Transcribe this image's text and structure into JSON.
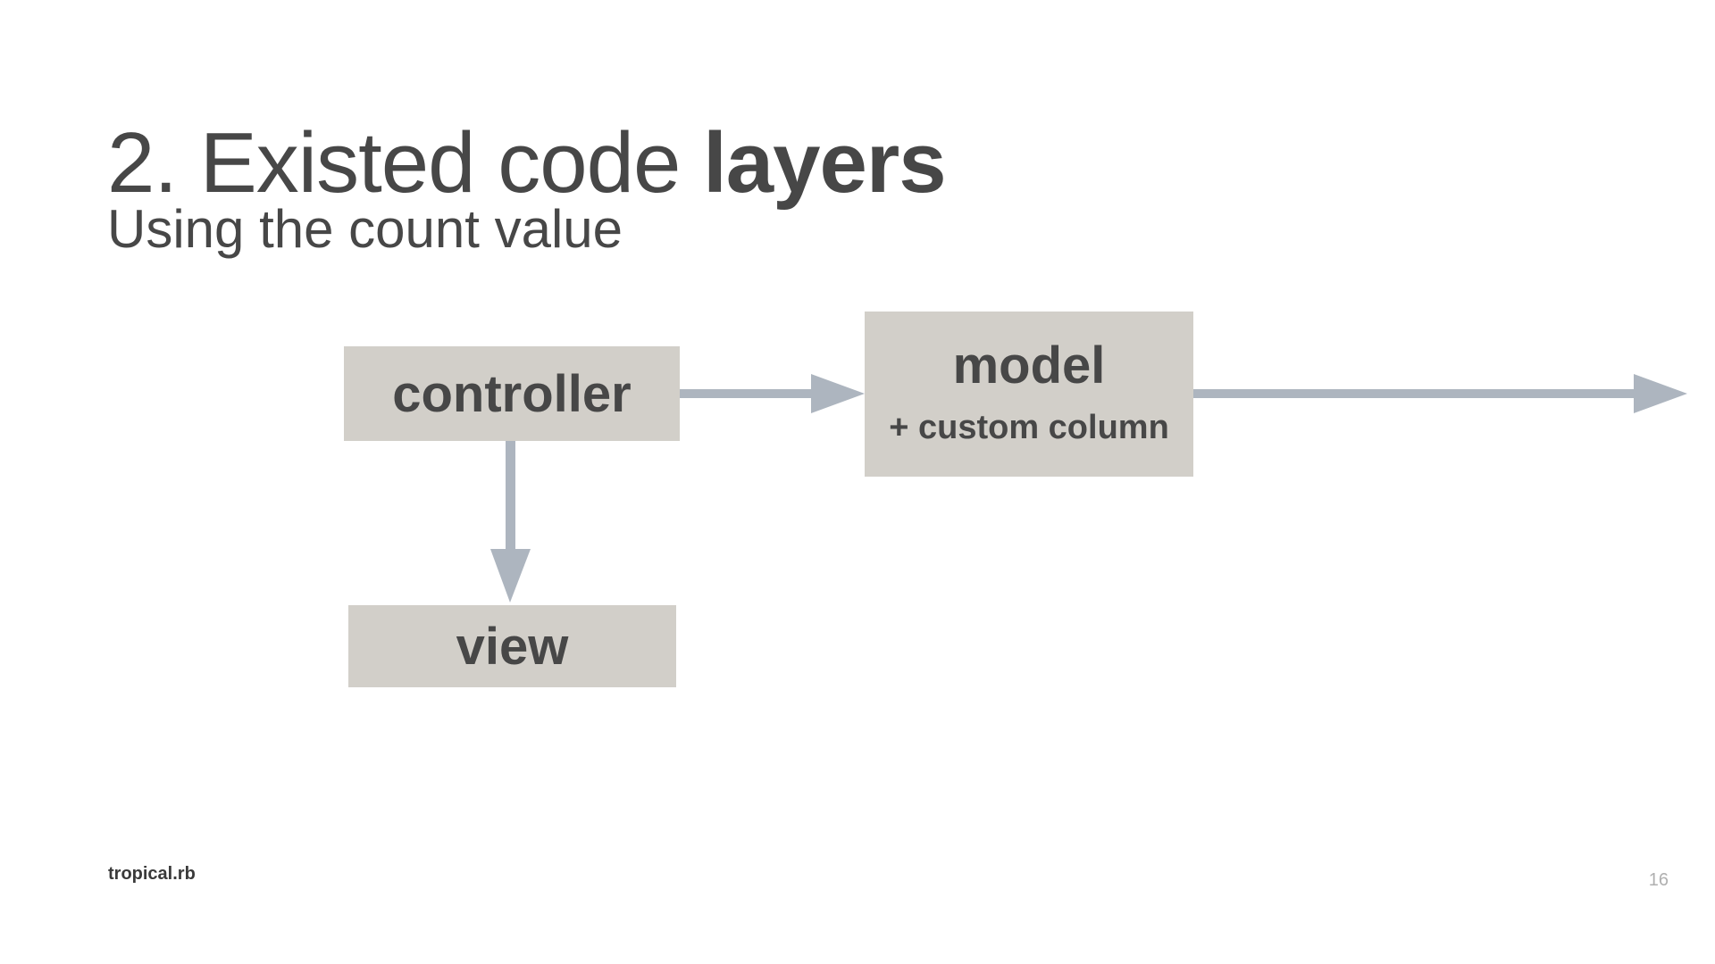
{
  "slide": {
    "title_prefix": "2. Existed code ",
    "title_strong": "layers",
    "subtitle": "Using the count value"
  },
  "diagram": {
    "nodes": {
      "controller": "controller",
      "model": "model",
      "model_note": "+ custom column",
      "view": "view"
    },
    "edges": [
      {
        "from": "controller",
        "to": "model"
      },
      {
        "from": "controller",
        "to": "view"
      },
      {
        "from": "model",
        "to": "offscreen-right"
      }
    ],
    "colors": {
      "node_fill": "#d2cfc9",
      "arrow": "#adb5bf",
      "text": "#474747"
    }
  },
  "footer": {
    "brand": "tropical.rb",
    "page_number": "16"
  }
}
